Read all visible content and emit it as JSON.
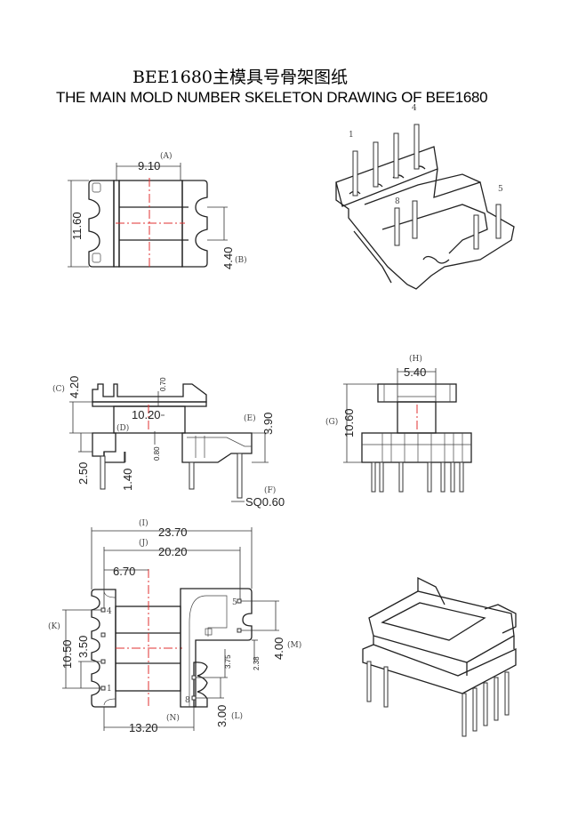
{
  "title": "BEE1680主模具号骨架图纸",
  "subtitle": "THE MAIN MOLD NUMBER SKELETON DRAWING OF BEE1680",
  "top_view": {
    "ref_a": "(A)",
    "width": "9.10",
    "height": "11.60",
    "slot": "4.40",
    "ref_b": "(B)"
  },
  "side_view": {
    "ref_c": "(C)",
    "flange": "4.20",
    "thickness_top": "0.70",
    "length": "10.20",
    "ref_d": "(D)",
    "thickness_bottom": "0.80",
    "ref_e": "(E)",
    "base_height": "3.90",
    "left_base": "2.50",
    "step": "1.40",
    "ref_f": "(F)",
    "pin": "SQ0.60"
  },
  "front_view": {
    "ref_h": "(H)",
    "core": "5.40",
    "ref_g": "(G)",
    "height": "10.60"
  },
  "bottom_view": {
    "ref_i": "(I)",
    "overall": "23.70",
    "ref_j": "(J)",
    "pin_span": "20.20",
    "offset": "6.70",
    "ref_k": "(K)",
    "pin_row": "10.50",
    "pitch": "3.50",
    "pitch_b": "3.75",
    "offset_b": "2.38",
    "pitch_m": "4.00",
    "ref_m": "(M)",
    "pitch_l": "3.00",
    "ref_l": "(L)",
    "base": "13.20",
    "ref_n": "(N)",
    "pin1": "1",
    "pin4": "4",
    "pin5": "5",
    "pin8": "8"
  },
  "iso_view": {
    "pin1": "1",
    "pin4": "4",
    "pin5": "5",
    "pin8": "8"
  }
}
